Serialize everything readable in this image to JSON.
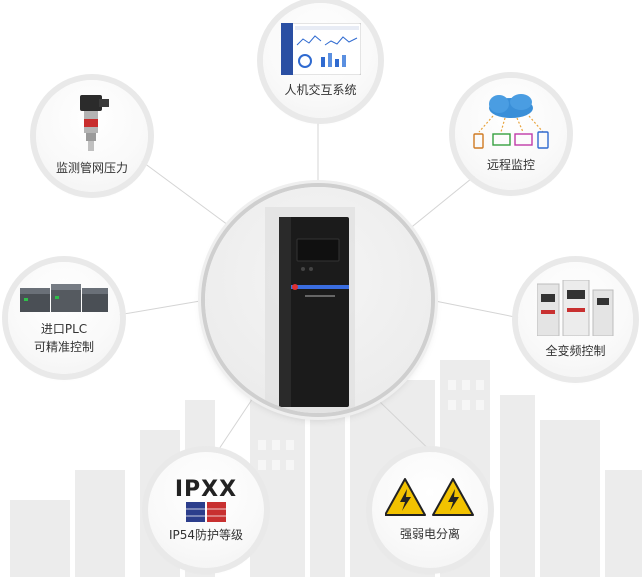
{
  "nodes": {
    "hmi": "人机交互系统",
    "pressure": "监测管网压力",
    "remote": "远程监控",
    "plc": "进口PLC\n可精准控制",
    "vfd": "全变频控制",
    "ip54": "IP54防护等级",
    "isolation": "强弱电分离"
  },
  "ip_badge": "IPXX",
  "colors": {
    "line": "#cfcfcf",
    "cabinet": "#1b1b1b",
    "warning_yellow": "#f2c200",
    "cloud_blue": "#3a8fd8"
  }
}
